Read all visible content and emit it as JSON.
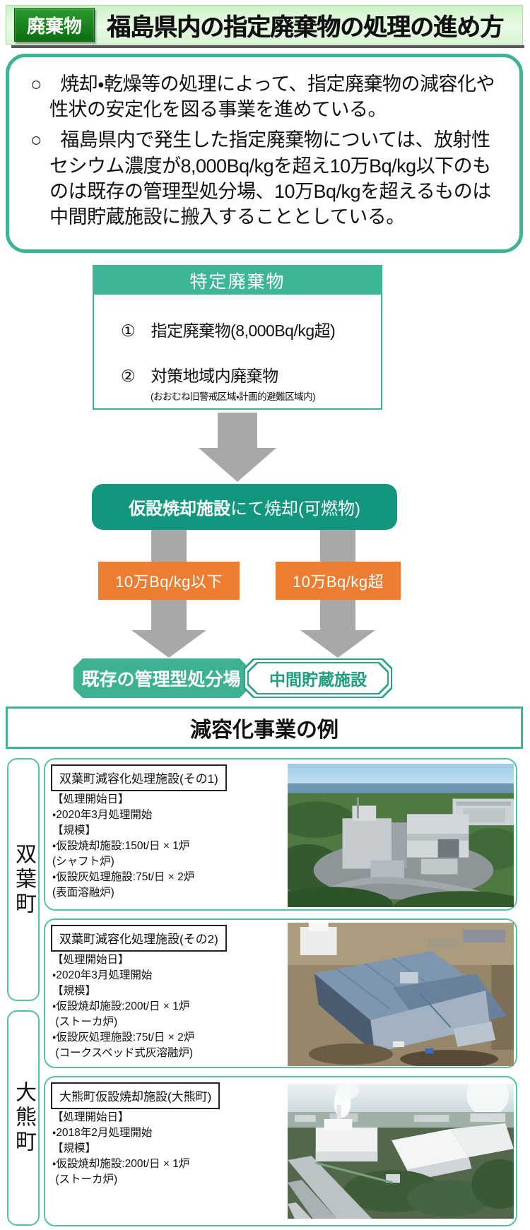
{
  "header": {
    "badge": "廃棄物",
    "title": "福島県内の指定廃棄物の処理の進め方"
  },
  "intro": {
    "bullets": [
      "○　焼却・乾燥等の処理によって、指定廃棄物の減容化や性状の安定化を図る事業を進めている。",
      "○　福島県内で発生した指定廃棄物については、放射性セシウム濃度が8,000Bq/kgを超え10万Bq/kg以下のものは既存の管理型処分場、10万Bq/kgを超えるものは中間貯蔵施設に搬入することとしている。"
    ]
  },
  "flow": {
    "source": {
      "title": "特定廃棄物",
      "item1": "①　指定廃棄物(8,000Bq/kg超)",
      "item2": "②　対策地域内廃棄物",
      "note": "(おおむね旧警戒区域・計画的避難区域内)"
    },
    "incin": {
      "bold": "仮設焼却施設",
      "rest": "にて焼却(可燃物)"
    },
    "branch_left": "10万Bq/kg以下",
    "branch_right": "10万Bq/kg超",
    "dest_left": "既存の管理型処分場",
    "dest_right": "中間貯蔵施設"
  },
  "examples": {
    "title": "減容化事業の例",
    "towns": [
      {
        "label": "双葉町"
      },
      {
        "label": "大熊町"
      }
    ],
    "cards": [
      {
        "title": "双葉町減容化処理施設(その1)",
        "lines": [
          "【処理開始日】",
          "・2020年3月処理開始",
          "【規模】",
          "・仮設焼却施設:150t/日 × 1炉",
          "(シャフト炉)",
          "・仮設灰処理施設:75t/日 × 2炉",
          "(表面溶融炉)"
        ]
      },
      {
        "title": "双葉町減容化処理施設(その2)",
        "lines": [
          "【処理開始日】",
          "・2020年3月処理開始",
          "【規模】",
          "・仮設焼却施設:200t/日 × 1炉",
          " (ストーカ炉)",
          "・仮設灰処理施設:75t/日 × 2炉",
          " (コークスベッド式灰溶融炉)"
        ]
      },
      {
        "title": "大熊町仮設焼却施設(大熊町)",
        "lines": [
          "【処理開始日】",
          "・2018年2月処理開始",
          "【規模】",
          "・仮設焼却施設:200t/日 × 1炉",
          " (ストーカ炉)"
        ]
      }
    ]
  },
  "colors": {
    "teal_border": "#3CB494",
    "teal_dark_box": "#12977E",
    "badge_green": "#0B6E0F",
    "orange": "#ED7D31",
    "arrow_gray": "#A8A8A8",
    "dest_green_fill": "#3DB293",
    "card_border_green": "#52C3A5"
  }
}
